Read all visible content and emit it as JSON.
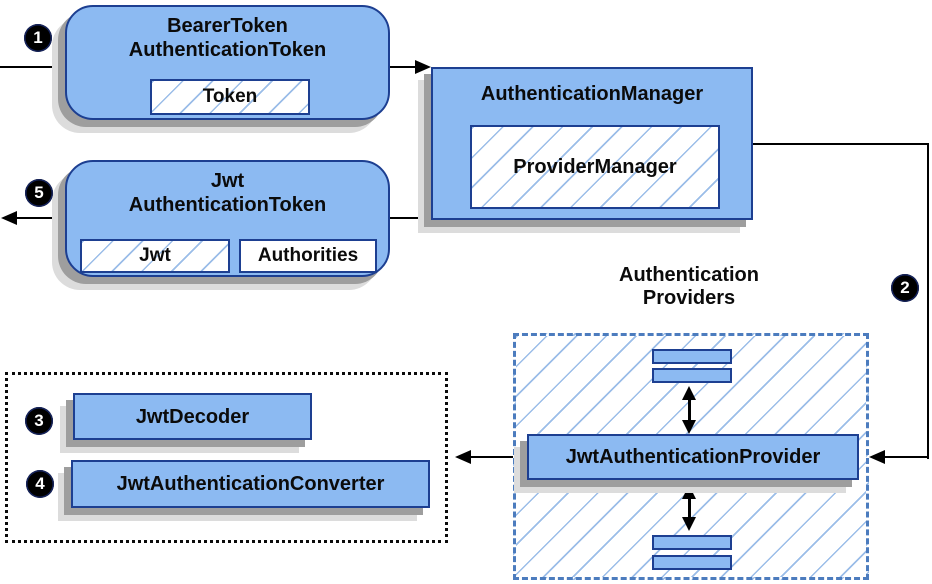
{
  "badges": [
    "1",
    "2",
    "3",
    "4",
    "5"
  ],
  "bearer_box": {
    "title_line1": "BearerToken",
    "title_line2": "AuthenticationToken",
    "chip": "Token"
  },
  "manager_box": {
    "title": "AuthenticationManager",
    "inner": "ProviderManager"
  },
  "jwt_box": {
    "title_line1": "Jwt",
    "title_line2": "AuthenticationToken",
    "chip_jwt": "Jwt",
    "chip_authorities": "Authorities"
  },
  "providers": {
    "label_line1": "Authentication",
    "label_line2": "Providers",
    "provider": "JwtAuthenticationProvider"
  },
  "converters": {
    "decoder": "JwtDecoder",
    "converter": "JwtAuthenticationConverter"
  },
  "colors": {
    "box_fill": "#8CBAF2",
    "box_border": "#1D3F91",
    "hatch_line": "#9BBDE8",
    "dashed_border": "#4C7CBE",
    "dotted_border": "#0b0b0b",
    "arrow": "#000000",
    "shadow_dark": "#9E9E9E",
    "shadow_light": "#DCDCDC",
    "badge_bg": "#000000",
    "badge_text": "#ffffff"
  }
}
